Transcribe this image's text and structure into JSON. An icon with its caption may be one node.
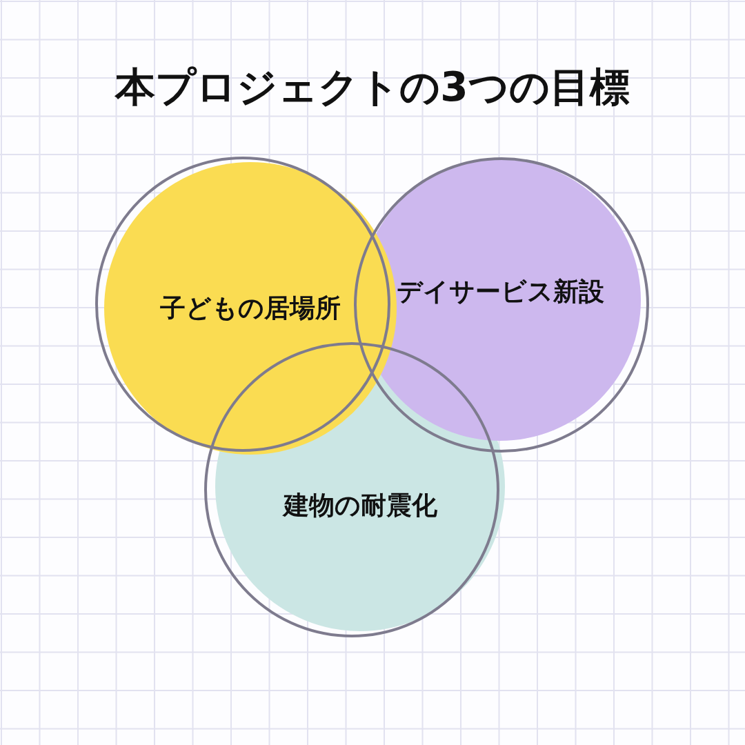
{
  "diagram": {
    "title": "本プロジェクトの3つの目標",
    "nodes": [
      {
        "text": [
          "子どもの居場所"
        ]
      },
      {
        "text": [
          "デイサービス新設"
        ]
      },
      {
        "text": [
          "建物の耐震化"
        ]
      }
    ]
  }
}
